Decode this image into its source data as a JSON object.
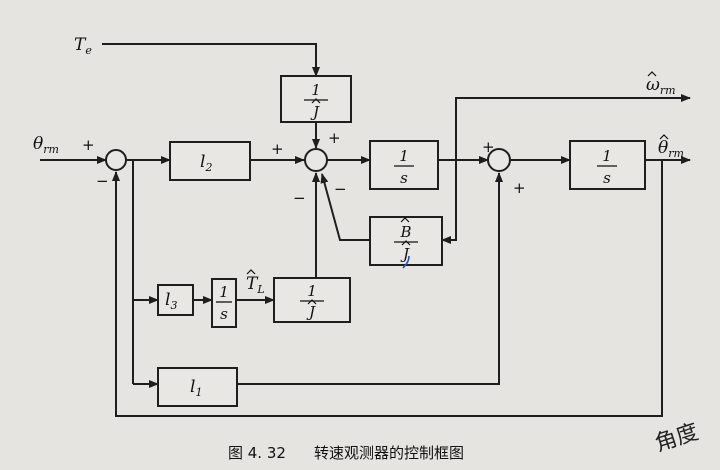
{
  "caption": {
    "number": "图 4. 32",
    "text": "转速观测器的控制框图"
  },
  "signals": {
    "input": {
      "base": "θ",
      "sub": "rm"
    },
    "torque": {
      "base": "T",
      "sub": "e"
    },
    "load_torque_est": {
      "base": "T",
      "sub": "L"
    },
    "speed_est": {
      "base": "ω",
      "sub": "rm"
    },
    "position_est": {
      "base": "θ",
      "sub": "rm"
    }
  },
  "blocks": {
    "l1": {
      "base": "l",
      "sub": "1"
    },
    "l2": {
      "base": "l",
      "sub": "2"
    },
    "l3": {
      "base": "l",
      "sub": "3"
    },
    "inv_j_top": {
      "num": "1",
      "den": "J"
    },
    "inv_j_bottom": {
      "num": "1",
      "den": "J"
    },
    "integrator_speed": {
      "num": "1",
      "den": "s"
    },
    "integrator_position": {
      "num": "1",
      "den": "s"
    },
    "integrator_load": {
      "num": "1",
      "den": "s"
    },
    "damping": {
      "num": "B",
      "den": "J"
    }
  },
  "signs": {
    "s1_in": "+",
    "s1_fb": "−",
    "s2_l2": "+",
    "s2_te": "+",
    "s2_damp": "−",
    "s2_tl": "−",
    "s3_in": "+",
    "s3_l1": "+"
  },
  "handwriting": {
    "text": "角度"
  }
}
